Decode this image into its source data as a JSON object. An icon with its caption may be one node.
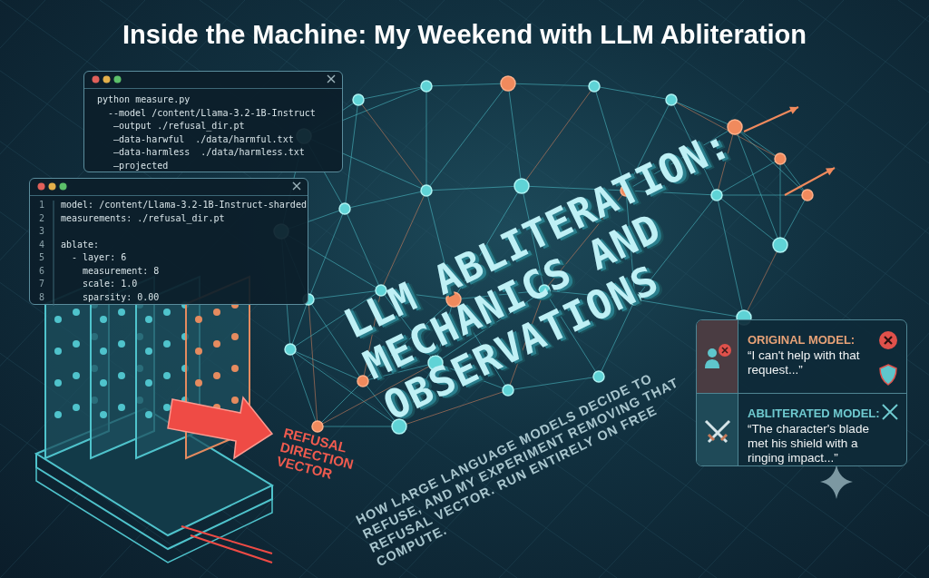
{
  "diagram": {
    "title": "Inside the Machine: My Weekend with LLM Abliteration",
    "nodes": [
      {
        "text": [
          "python measure.py",
          "--model /content/Llama-3.2-1B-Instruct",
          "—output ./refusal_dir.pt",
          "—data-harwful  ./data/harmful.txt",
          "—data-harmless  ./data/harmless.txt",
          "—projected"
        ]
      },
      {
        "text": [
          "model: /content/Llama-3.2-1B-Instruct-sharded",
          "measurements: ./refusal_dir.pt",
          "ablate:",
          "- layer: 6",
          "measurement: 8",
          "scale: 1.0",
          "sparsity: 0.00"
        ]
      },
      {
        "text": [],
        "shape": "box"
      },
      {
        "text": [
          "ORIGINAL MODEL:",
          "“I can't help with that request...”"
        ],
        "in": 2
      },
      {
        "text": [
          "ABLITERATED MODEL:",
          "“The character's blade met his shield with a ringing impact...”"
        ],
        "in": 2
      }
    ],
    "labels": [
      "1",
      "2",
      "3",
      "4",
      "5",
      "6",
      "7",
      "8",
      "LLM ABLITERATION: MECHANICS AND OBSERVATIONS",
      "HOW LARGE LANGUAGE MODELS DECIDE TO REFUSE, AND MY EXPERIMENT REMOVING THAT REFUSAL VECTOR. RUN ENTIRELY ON FREE COMPUTE.",
      "REFUSAL DIRECTION VECTOR"
    ]
  }
}
